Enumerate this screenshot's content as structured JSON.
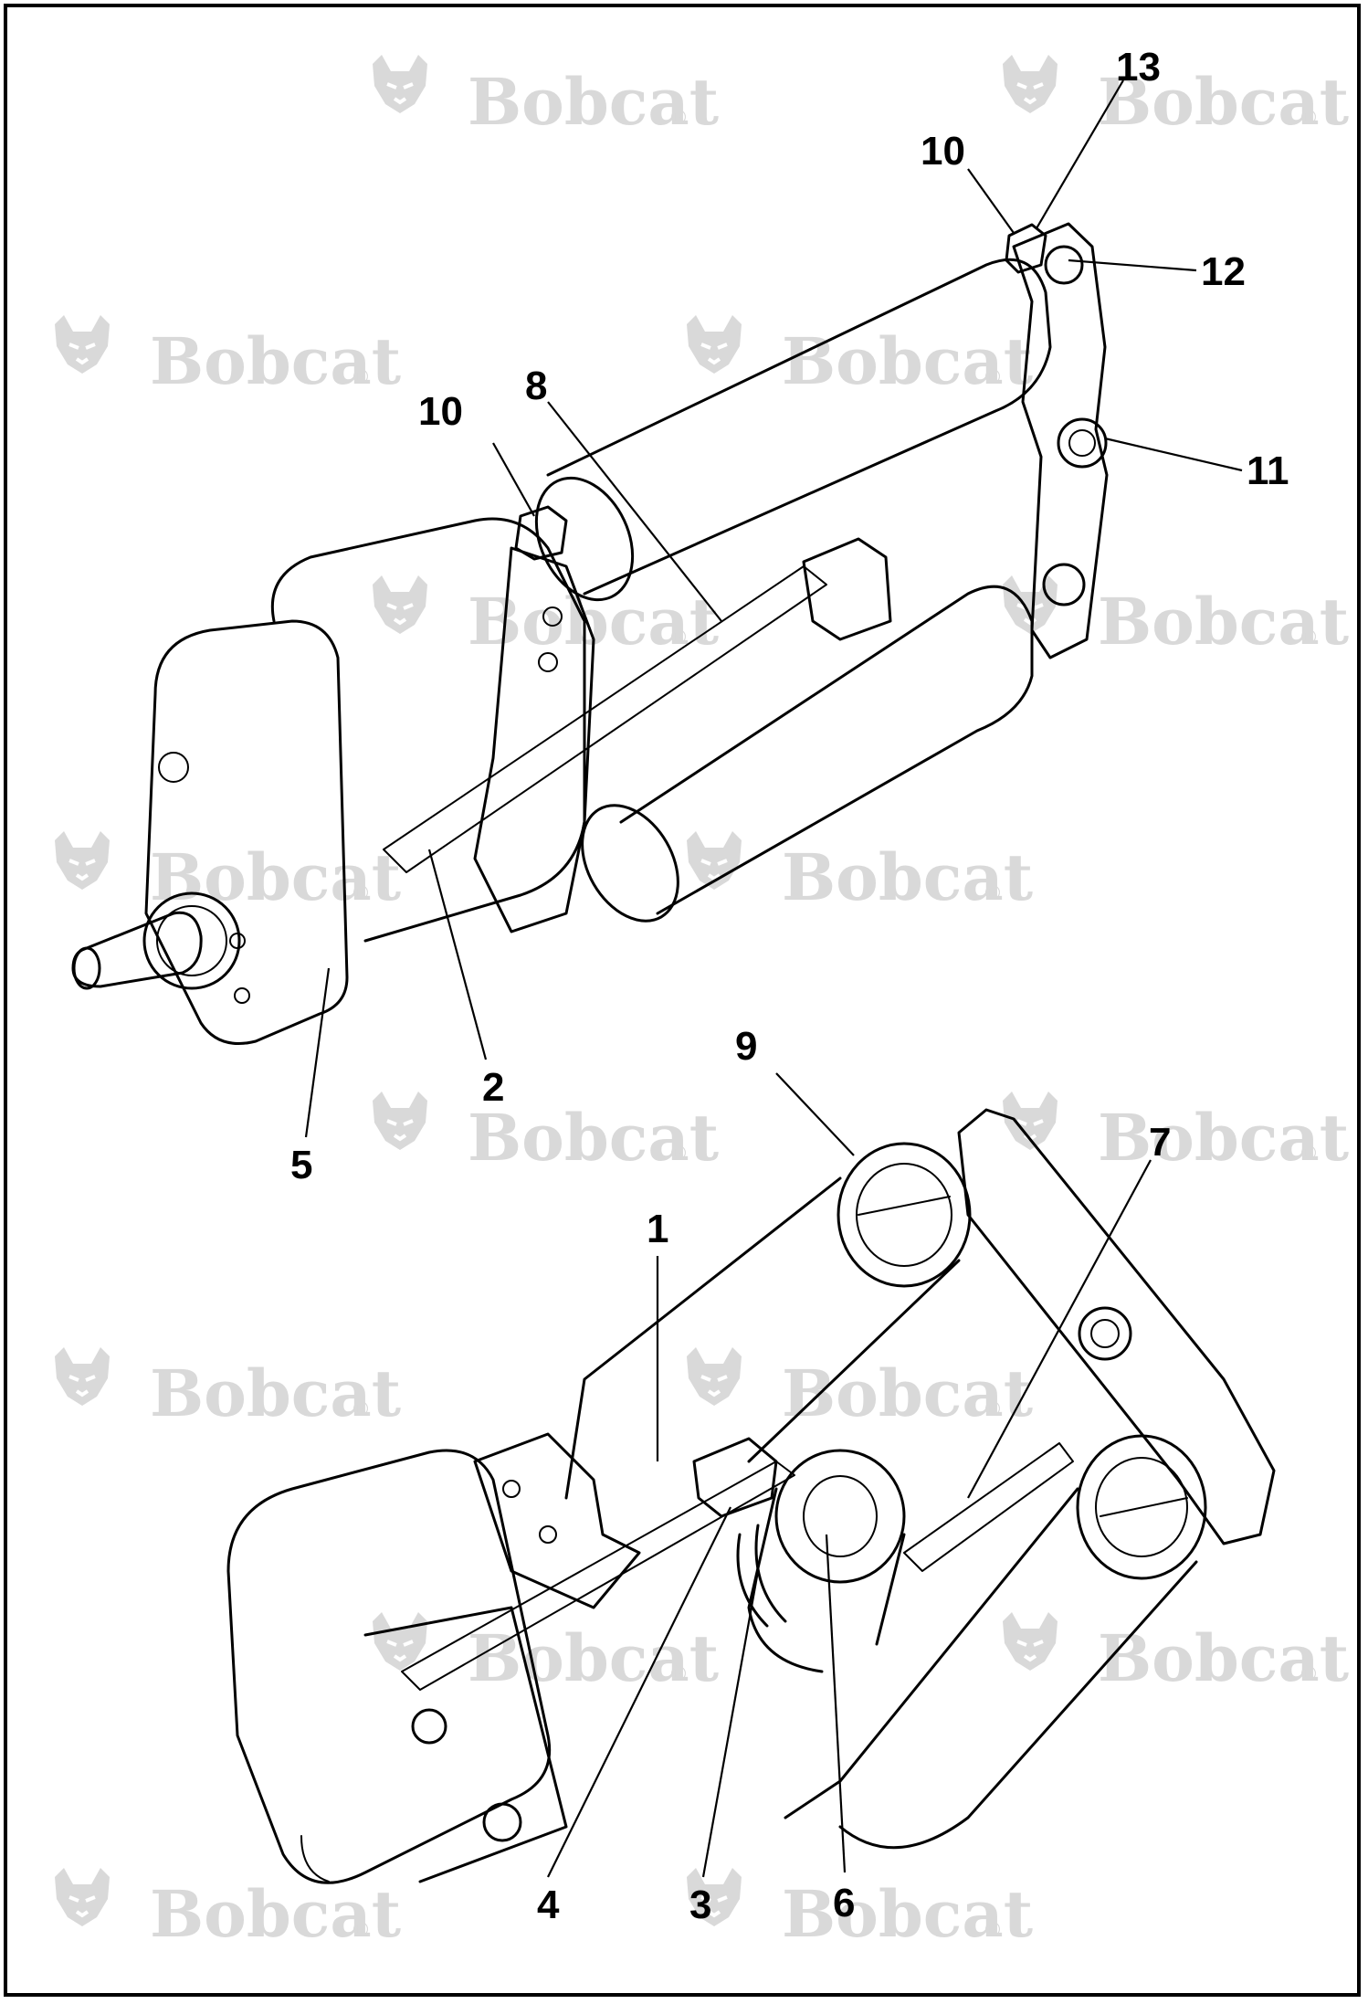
{
  "watermark": {
    "text": "Bobcat",
    "mark": "®",
    "icon": "bobcat-head-logo"
  },
  "callouts": [
    "13",
    "10",
    "12",
    "10",
    "8",
    "11",
    "2",
    "5",
    "9",
    "7",
    "1",
    "4",
    "3",
    "6"
  ],
  "colors": {
    "line": "#000000",
    "watermark": "#d9d9d9",
    "background": "#ffffff"
  }
}
